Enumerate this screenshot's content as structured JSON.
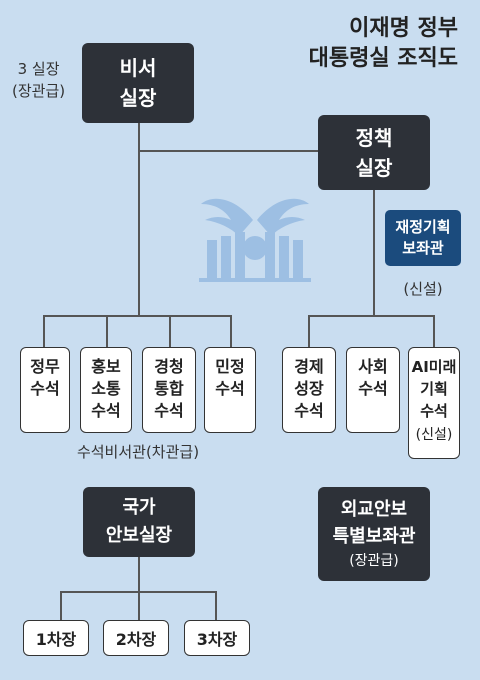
{
  "title": {
    "line1": "이재명 정부",
    "line2": "대통령실 조직도"
  },
  "chief_of_staff": {
    "line1": "비서",
    "line2": "실장",
    "note_line1": "3 실장",
    "note_line2": "(장관급)"
  },
  "policy_chief": {
    "line1": "정책",
    "line2": "실장"
  },
  "fiscal_advisor": {
    "line1": "재정기획",
    "line2": "보좌관",
    "note": "(신설)"
  },
  "secretaries_left": [
    {
      "lines": [
        "정무",
        "수석"
      ]
    },
    {
      "lines": [
        "홍보",
        "소통",
        "수석"
      ]
    },
    {
      "lines": [
        "경청",
        "통합",
        "수석"
      ]
    },
    {
      "lines": [
        "민정",
        "수석"
      ]
    }
  ],
  "secretaries_right": [
    {
      "lines": [
        "경제",
        "성장",
        "수석"
      ]
    },
    {
      "lines": [
        "사회",
        "수석"
      ]
    },
    {
      "lines": [
        "AI미래",
        "기획",
        "수석"
      ],
      "note": "(신설)"
    }
  ],
  "secretaries_note": "수석비서관(차관급)",
  "national_security": {
    "line1": "국가",
    "line2": "안보실장"
  },
  "deputies": [
    "1차장",
    "2차장",
    "3차장"
  ],
  "diplomacy_advisor": {
    "line1": "외교안보",
    "line2": "특별보좌관",
    "note": "(장관급)"
  },
  "colors": {
    "background": "#c9ddf0",
    "dark_box": "#2d3138",
    "advisor_box": "#1b4b7d",
    "emblem": "#9dbfe3"
  }
}
